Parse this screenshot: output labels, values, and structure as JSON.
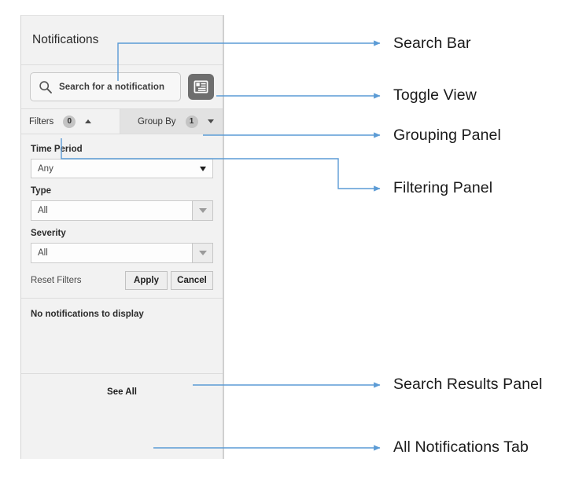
{
  "widget": {
    "title": "Notifications",
    "search": {
      "placeholder": "Search for a notification",
      "icon": "search-icon"
    },
    "toggle_view": {
      "icon": "toggle-view-icon"
    },
    "tabs": [
      {
        "label": "Filters",
        "count": "0",
        "caret": "caret-up-icon",
        "active": true
      },
      {
        "label": "Group By",
        "count": "1",
        "caret": "caret-down-icon",
        "active": false
      }
    ],
    "filters": {
      "fields": [
        {
          "label": "Time Period",
          "value": "Any",
          "style": "plain"
        },
        {
          "label": "Type",
          "value": "All",
          "style": "split"
        },
        {
          "label": "Severity",
          "value": "All",
          "style": "split"
        }
      ],
      "reset_label": "Reset Filters",
      "apply_label": "Apply",
      "cancel_label": "Cancel"
    },
    "results": {
      "empty_message": "No notifications to display"
    },
    "footer": {
      "see_all_label": "See All"
    }
  },
  "annotations": {
    "line_color": "#5b9bd5",
    "items": [
      {
        "label": "Search Bar"
      },
      {
        "label": "Toggle View"
      },
      {
        "label": "Grouping Panel"
      },
      {
        "label": "Filtering Panel"
      },
      {
        "label": "Search Results Panel"
      },
      {
        "label": "All Notifications Tab"
      }
    ]
  }
}
